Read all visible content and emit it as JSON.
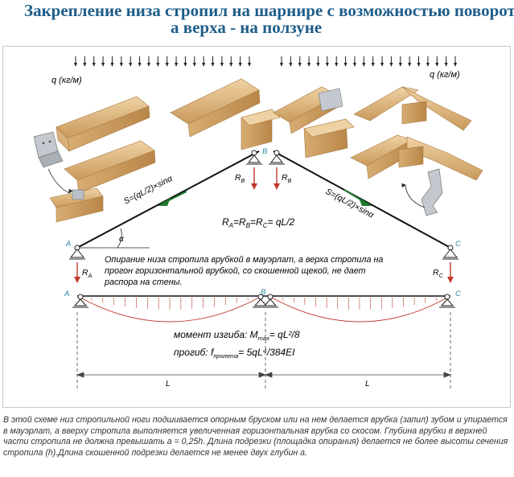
{
  "title": {
    "line1": "Закрепление низа стропил на шарнире с возможностью поворота,",
    "line2": "а верха - на ползуне"
  },
  "load_labels": {
    "left": "q (кг/м)",
    "right": "q (кг/м)"
  },
  "points": {
    "a": "A",
    "b": "B",
    "c": "C"
  },
  "reactions": {
    "ra": "R",
    "ra_sub": "A",
    "rb": "R",
    "rb_sub": "B",
    "rc": "R",
    "rc_sub": "C"
  },
  "angle_label": "α",
  "force_left": "S=(qL/2)×sinα",
  "force_right": "S=(qL/2)×sinα",
  "reaction_equation": "RA=RB=RC= qL/2",
  "eq_parts": {
    "r1": "R",
    "s1": "A",
    "eq1": "=R",
    "s2": "B",
    "eq2": "=R",
    "s3": "C",
    "rest": "= qL/2"
  },
  "note": {
    "line1": "Опирание низа стропила врубкой в мауэрлат, а верха стропила на",
    "line2": "прогон горизонтальной врубкой, со скошенной щекой, не дает",
    "line3": "распора на стены."
  },
  "moment": {
    "prefix": "момент изгиба: M",
    "sub": "max",
    "suffix": "= qL²/8"
  },
  "deflection": {
    "prefix": "прогиб: f",
    "sub": "пролета",
    "suffix": "= 5qL⁴/384EI"
  },
  "span_labels": {
    "left": "L",
    "right": "L"
  },
  "caption": "В этой схеме низ стропильной ноги подшивается опорным бруском или на нем делается врубка (запил) зубом и упирается в мауэрлат, а вверху стропила выполняется увеличенная горизонтальная врубка со скосом. Глубина врубки в верхней части стропила не должна превышать а = 0,25h. Длина подрезки (площадка опирания) делается не более высоты сечения стропила (h).Длина скошенной подрезки делается не менее двух глубин а.",
  "colors": {
    "title": "#1e5d8a",
    "arrow_red": "#c0392b",
    "force_green": "#1a7a2c",
    "wood": "#e2be8a",
    "wood_dark": "#c99a5c",
    "metal": "#b9c0c6"
  }
}
